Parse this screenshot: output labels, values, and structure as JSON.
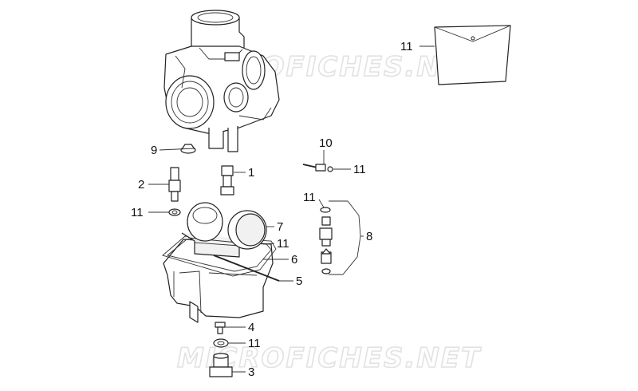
{
  "watermark": "MICROFICHES.NET",
  "callouts": {
    "c1": "1",
    "c2": "2",
    "c3": "3",
    "c4": "4",
    "c5": "5",
    "c6": "6",
    "c7": "7",
    "c8": "8",
    "c9": "9",
    "c10": "10",
    "c11_kit": "11",
    "c11_needle": "11",
    "c11_ring_left": "11",
    "c11_jet_group": "11",
    "c11_bowl": "11",
    "c11_plug": "11"
  },
  "colors": {
    "line": "#222222",
    "watermark": "#e2e2e2",
    "background": "#ffffff"
  }
}
